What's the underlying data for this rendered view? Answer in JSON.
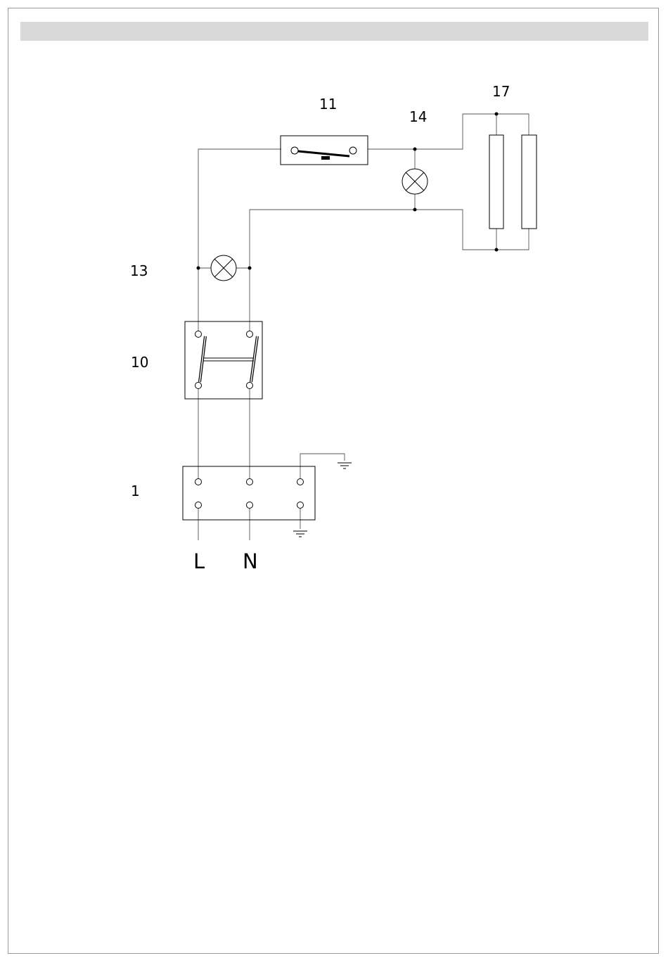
{
  "labels": {
    "fan_switch": "11",
    "indicator_lamp_motor": "14",
    "heating_elements": "17",
    "indicator_lamp_main": "13",
    "main_switch": "10",
    "terminal_block": "1"
  },
  "supply": {
    "line": "L",
    "neutral": "N"
  },
  "colors": {
    "header_band": "#d9d9d9",
    "frame": "#9a9a9a",
    "ink": "#000000"
  }
}
